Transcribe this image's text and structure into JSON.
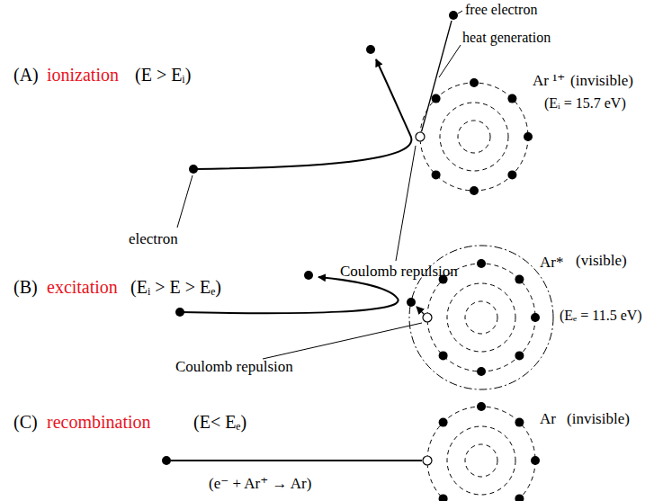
{
  "diagram": {
    "labels": [
      "(A)",
      "ionization",
      "(E > Eᵢ)",
      "free electron",
      "heat generation",
      "Ar ¹⁺",
      "(invisible)",
      "(Eᵢ = 15.7 eV)",
      "electron",
      "Coulomb repulsion",
      "(B)",
      "excitation",
      "(Eᵢ > E > Eₑ)",
      "Ar*",
      "(visible)",
      "(Eₑ = 11.5 eV)",
      "Coulomb repulsion",
      "(C)",
      "recombination",
      "(E< Eₑ)",
      "Ar",
      "(invisible)",
      "(e⁻ + Ar⁺ → Ar)"
    ]
  }
}
